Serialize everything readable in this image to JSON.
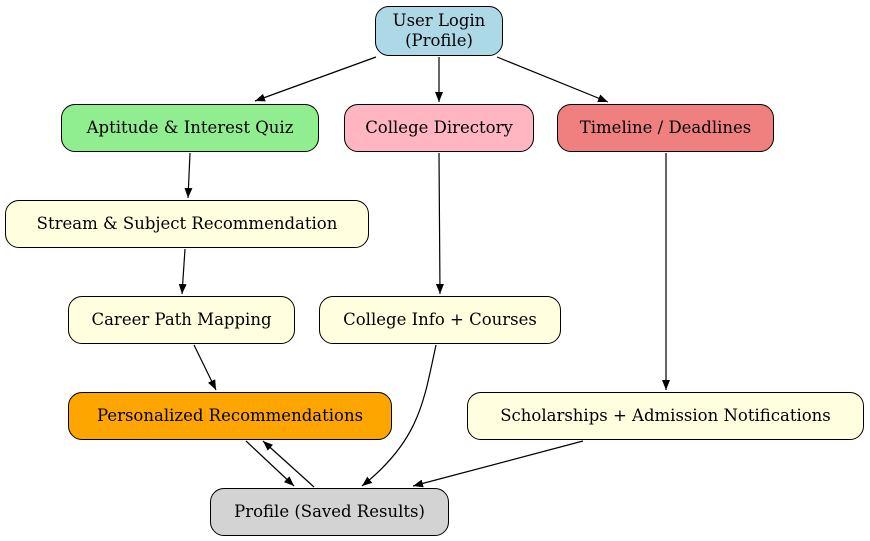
{
  "nodes": {
    "login": {
      "label": "User Login\n(Profile)",
      "color": "#add8e6"
    },
    "quiz": {
      "label": "Aptitude & Interest Quiz",
      "color": "#90ee90"
    },
    "directory": {
      "label": "College Directory",
      "color": "#ffb6c1"
    },
    "timeline": {
      "label": "Timeline / Deadlines",
      "color": "#f08080"
    },
    "stream": {
      "label": "Stream & Subject Recommendation",
      "color": "#ffffe0"
    },
    "career": {
      "label": "Career Path Mapping",
      "color": "#ffffe0"
    },
    "college_info": {
      "label": "College Info + Courses",
      "color": "#ffffe0"
    },
    "personalized": {
      "label": "Personalized Recommendations",
      "color": "#ffa500"
    },
    "scholarships": {
      "label": "Scholarships + Admission Notifications",
      "color": "#ffffe0"
    },
    "profile": {
      "label": "Profile (Saved Results)",
      "color": "#d3d3d3"
    }
  },
  "edges": [
    {
      "from": "login",
      "to": "quiz"
    },
    {
      "from": "login",
      "to": "directory"
    },
    {
      "from": "login",
      "to": "timeline"
    },
    {
      "from": "quiz",
      "to": "stream"
    },
    {
      "from": "stream",
      "to": "career"
    },
    {
      "from": "career",
      "to": "personalized"
    },
    {
      "from": "directory",
      "to": "college_info"
    },
    {
      "from": "timeline",
      "to": "scholarships"
    },
    {
      "from": "personalized",
      "to": "profile"
    },
    {
      "from": "profile",
      "to": "personalized"
    },
    {
      "from": "college_info",
      "to": "profile"
    },
    {
      "from": "scholarships",
      "to": "profile"
    }
  ]
}
